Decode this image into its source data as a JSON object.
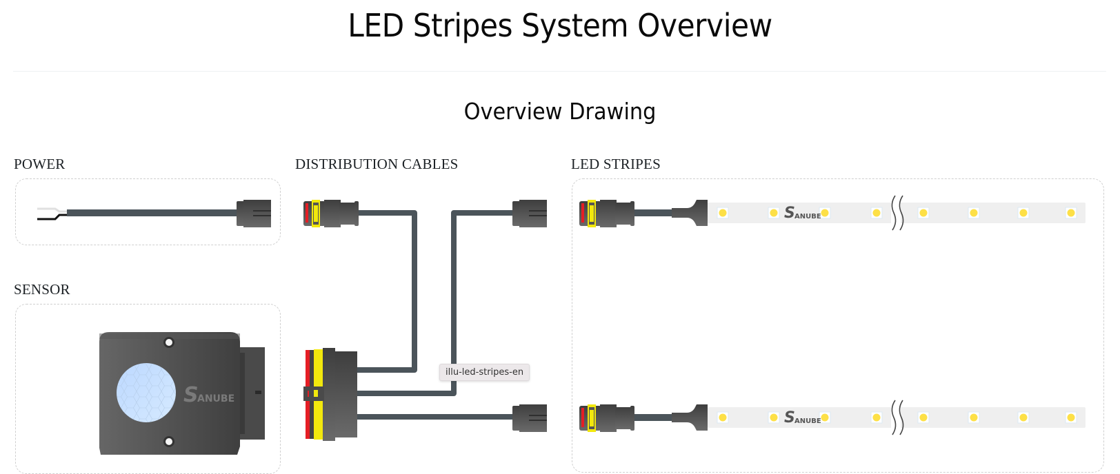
{
  "page": {
    "title": "LED Stripes System Overview",
    "section_title": "Overview Drawing"
  },
  "groups": {
    "power": {
      "label": "POWER"
    },
    "sensor": {
      "label": "SENSOR",
      "brand": "SANUBE"
    },
    "distribution": {
      "label": "DISTRIBUTION CABLES"
    },
    "led": {
      "label": "LED STRIPES",
      "brand": "SANUBE",
      "stripe_count": 2,
      "leds_per_stripe": 8
    }
  },
  "tooltip": {
    "text": "illu-led-stripes-en"
  },
  "colors": {
    "cable": "#4b545a",
    "connector_dark": "#444444",
    "accent_red": "#e51e25",
    "accent_yellow": "#f2e80d",
    "led_yellow": "#fde047",
    "stripe_bg": "#efefef",
    "sensor_lens": "#c9e0ff"
  }
}
